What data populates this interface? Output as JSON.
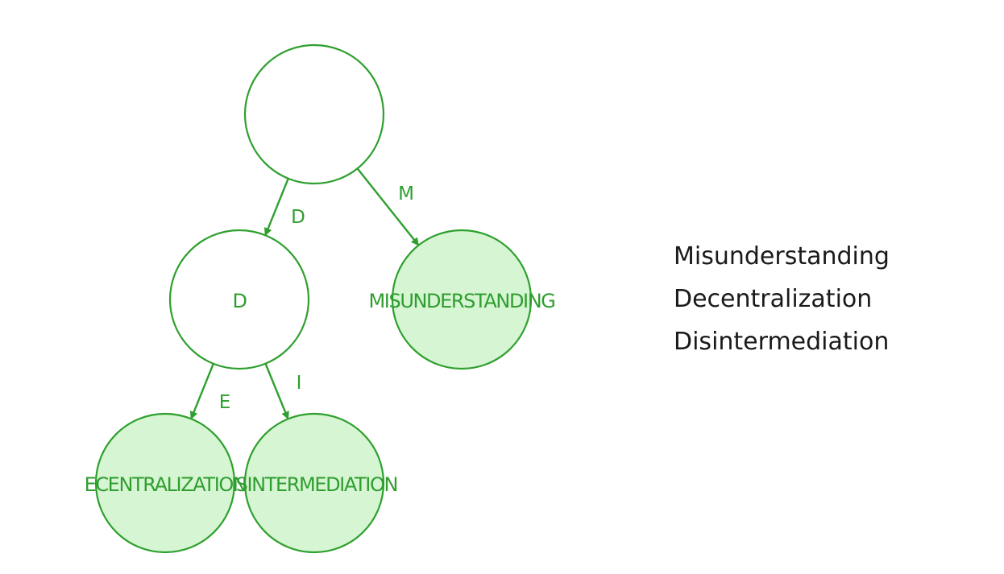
{
  "colors": {
    "stroke": "#2ea02e",
    "label": "#2f9e2f",
    "leaf_fill": "#d6f5d3",
    "internal_fill": "#ffffff"
  },
  "tree": {
    "nodes": [
      {
        "id": "root",
        "label": "",
        "leaf": false
      },
      {
        "id": "d",
        "label": "D",
        "leaf": false
      },
      {
        "id": "misunderstanding",
        "label": "MISUNDERSTANDING",
        "leaf": true
      },
      {
        "id": "decentralization",
        "label": "ECENTRALIZATION",
        "leaf": true
      },
      {
        "id": "disintermediation",
        "label": "ISINTERMEDIATION",
        "leaf": true
      }
    ],
    "edges": [
      {
        "from": "root",
        "to": "d",
        "label": "D"
      },
      {
        "from": "root",
        "to": "misunderstanding",
        "label": "M"
      },
      {
        "from": "d",
        "to": "decentralization",
        "label": "E"
      },
      {
        "from": "d",
        "to": "disintermediation",
        "label": "I"
      }
    ]
  },
  "word_list": [
    "Misunderstanding",
    "Decentralization",
    "Disintermediation"
  ]
}
